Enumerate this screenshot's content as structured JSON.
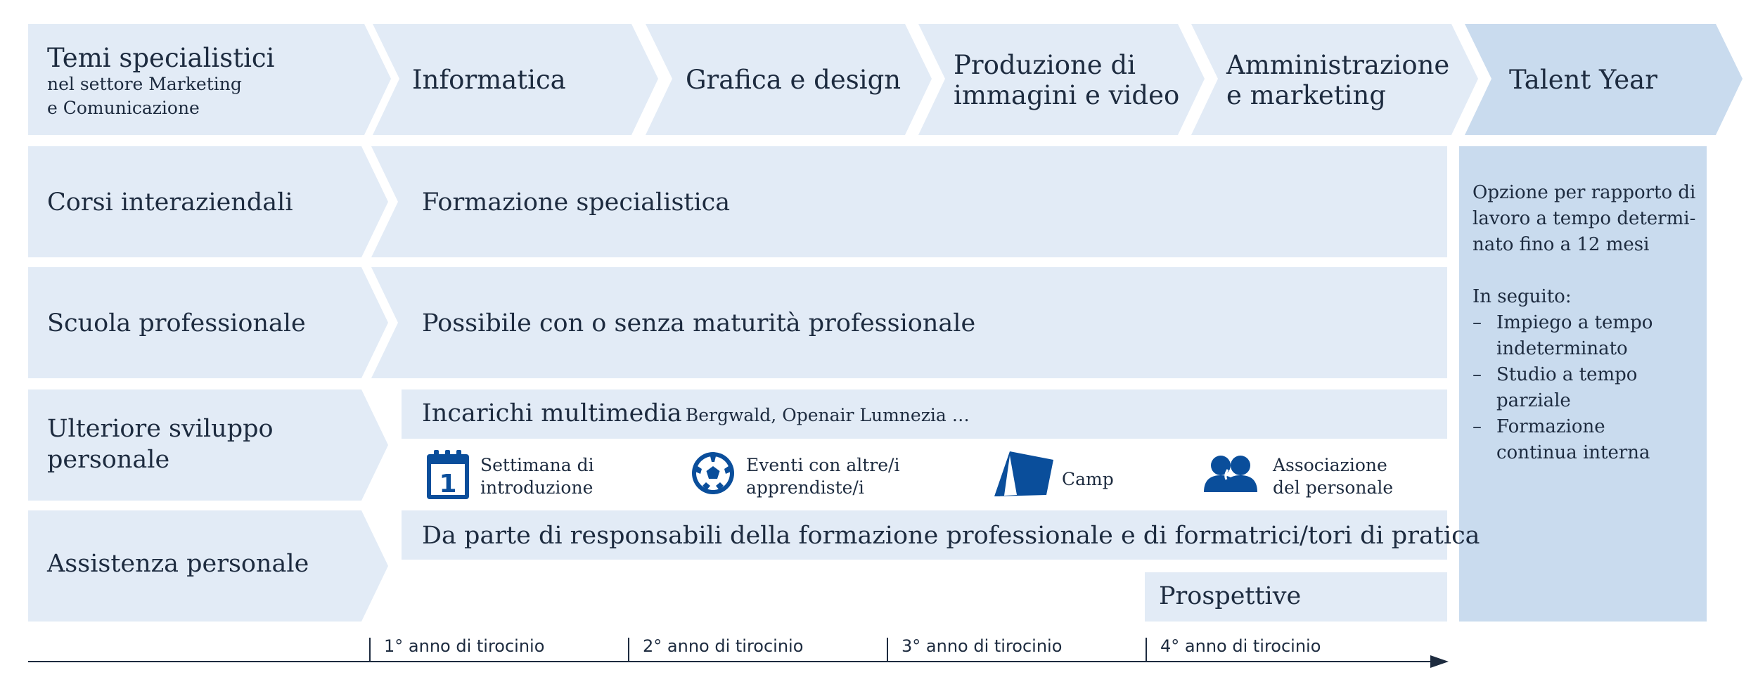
{
  "colors": {
    "panel": "#e2ebf6",
    "talent": "#c9dbee",
    "icon": "#0a4e9b",
    "text": "#1d2b3f",
    "axis": "#1d2b3f"
  },
  "header": {
    "first_title": "Temi specialistici",
    "first_sub_1": "nel settore Marketing",
    "first_sub_2": "e Comunicazione",
    "topics": [
      {
        "line1": "Informatica",
        "line2": ""
      },
      {
        "line1": "Grafica e design",
        "line2": ""
      },
      {
        "line1": "Produzione di",
        "line2": "immagini e video"
      },
      {
        "line1": "Amministrazione",
        "line2": "e marketing"
      }
    ],
    "talent": "Talent Year"
  },
  "rows": {
    "corsi": {
      "label": "Corsi interaziendali",
      "content": "Formazione specialistica"
    },
    "scuola": {
      "label": "Scuola professionale",
      "content": "Possibile con o senza maturità professionale"
    },
    "sviluppo": {
      "label_1": "Ulteriore sviluppo",
      "label_2": "personale",
      "incarichi": "Incarichi multimedia",
      "incarichi_sub": "Bergwald, Openair Lumnezia …",
      "icons": [
        {
          "name": "calendar-icon",
          "line1": "Settimana di",
          "line2": "introduzione",
          "day": "1"
        },
        {
          "name": "soccer-ball-icon",
          "line1": "Eventi con altre/i",
          "line2": "apprendiste/i"
        },
        {
          "name": "tent-icon",
          "line1": "Camp",
          "line2": ""
        },
        {
          "name": "people-icon",
          "line1": "Associazione",
          "line2": "del personale"
        }
      ]
    },
    "assistenza": {
      "label": "Assistenza personale",
      "content": "Da parte di responsabili della formazione professionale e di formatrici/tori di pratica",
      "prospettive": "Prospettive"
    }
  },
  "talent_year": {
    "intro_1": "Opzione per rapporto di",
    "intro_2": "lavoro a tempo determi-",
    "intro_3": "nato fino a 12 mesi",
    "after": "In seguito:",
    "items": [
      {
        "l1": "Impiego a tempo",
        "l2": "indeterminato"
      },
      {
        "l1": "Studio a tempo",
        "l2": "parziale"
      },
      {
        "l1": "Formazione",
        "l2": "continua interna"
      }
    ]
  },
  "timeline": {
    "years": [
      "1° anno di tirocinio",
      "2° anno di tirocinio",
      "3° anno di tirocinio",
      "4° anno di tirocinio"
    ]
  }
}
